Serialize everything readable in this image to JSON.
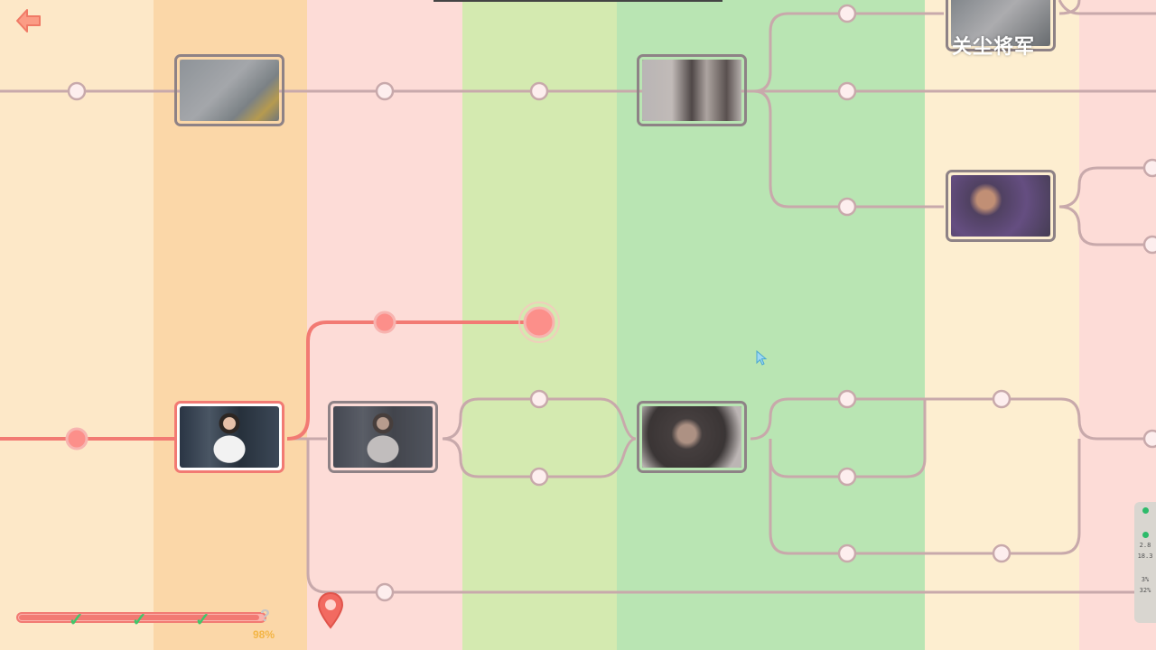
{
  "watermark": "关尘将军",
  "progress": {
    "percent_label": "98%",
    "fraction": 0.98,
    "checkpoints": [
      "✓",
      "✓",
      "✓",
      "?"
    ]
  },
  "perf_overlay": {
    "lines": [
      "2.8",
      "18.3",
      "3%",
      "32%"
    ]
  },
  "colors": {
    "orange_band": "#fde8c8",
    "deep_orange_band": "#fbd7a8",
    "pink_band": "#fdddd7",
    "light_green_band": "#d4eab0",
    "green_band": "#b9e5b3",
    "yellow_band": "#fdeed0",
    "active_route": "#f27a73",
    "inactive_route": "#c8a9ab"
  },
  "icons": {
    "back": "back-arrow-icon",
    "location": "map-pin-icon"
  }
}
